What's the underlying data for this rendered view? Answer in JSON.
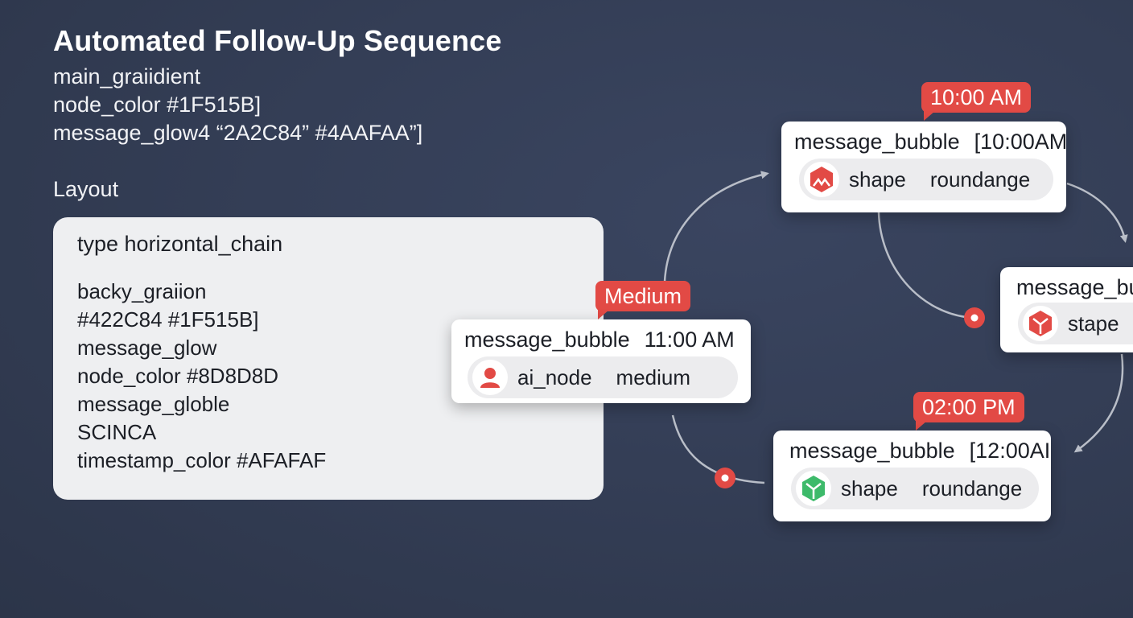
{
  "header": {
    "title": "Automated Follow-Up Sequence",
    "lines": [
      "main_graiidient",
      "node_color #1F515B]",
      "message_glow4 “2A2C84” #4AAFAA”]"
    ]
  },
  "layout": {
    "label": "Layout",
    "type_line": "type  horizontal_chain",
    "lines": [
      "backy_graiion",
      "#422C84  #1F515B]",
      "message_glow",
      "node_color  #8D8D8D",
      "message_globle",
      "SCINCA",
      "timestamp_color  #AFAFAF"
    ]
  },
  "nodes": {
    "medium": {
      "tag": "Medium",
      "name": "message_bubble",
      "timestamp": "11:00 AM",
      "icon": "user-icon",
      "label": "ai_node",
      "value": "medium"
    },
    "top": {
      "tag": "10:00 AM",
      "name": "message_bubble",
      "timestamp": "[10:00AM",
      "icon": "red-hexagon-icon",
      "label": "shape",
      "value": "roundange"
    },
    "right": {
      "name": "message_bu",
      "icon": "red-cube-icon",
      "label": "stape"
    },
    "bottom": {
      "tag": "02:00 PM",
      "name": "message_bubble",
      "timestamp": "[12:00AI",
      "icon": "green-cube-icon",
      "label": "shape",
      "value": "roundange"
    }
  },
  "colors": {
    "accent_red": "#E24A45",
    "accent_green": "#3DBA6A",
    "connector": "#B9BEC8",
    "background": "#343E56"
  }
}
